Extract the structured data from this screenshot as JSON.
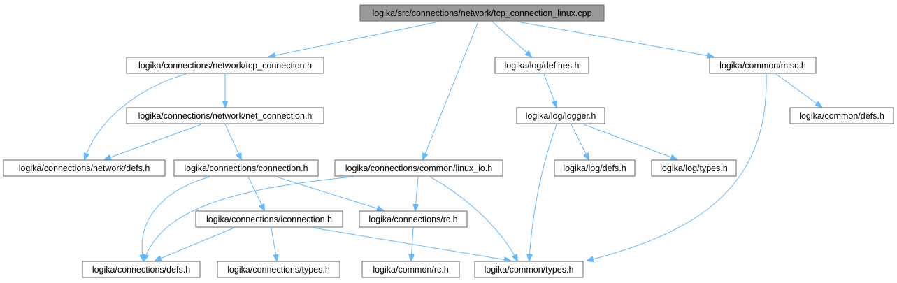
{
  "nodes": {
    "root": "logika/src/connections/network/tcp_connection_linux.cpp",
    "tcp_connection_h": "logika/connections/network/tcp_connection.h",
    "net_connection_h": "logika/connections/network/net_connection.h",
    "network_defs_h": "logika/connections/network/defs.h",
    "connection_h": "logika/connections/connection.h",
    "linux_io_h": "logika/connections/common/linux_io.h",
    "iconnection_h": "logika/connections/iconnection.h",
    "connections_rc_h": "logika/connections/rc.h",
    "connections_defs_h": "logika/connections/defs.h",
    "connections_types_h": "logika/connections/types.h",
    "common_rc_h": "logika/common/rc.h",
    "common_types_h": "logika/common/types.h",
    "log_defines_h": "logika/log/defines.h",
    "log_logger_h": "logika/log/logger.h",
    "log_defs_h": "logika/log/defs.h",
    "log_types_h": "logika/log/types.h",
    "common_misc_h": "logika/common/misc.h",
    "common_defs_h": "logika/common/defs.h"
  },
  "edges": [
    [
      "root",
      "tcp_connection_h"
    ],
    [
      "root",
      "linux_io_h"
    ],
    [
      "root",
      "log_defines_h"
    ],
    [
      "root",
      "common_misc_h"
    ],
    [
      "tcp_connection_h",
      "net_connection_h"
    ],
    [
      "tcp_connection_h",
      "network_defs_h"
    ],
    [
      "net_connection_h",
      "network_defs_h"
    ],
    [
      "net_connection_h",
      "connection_h"
    ],
    [
      "connection_h",
      "connections_defs_h"
    ],
    [
      "connection_h",
      "iconnection_h"
    ],
    [
      "connection_h",
      "connections_rc_h"
    ],
    [
      "linux_io_h",
      "connections_defs_h"
    ],
    [
      "linux_io_h",
      "connections_rc_h"
    ],
    [
      "linux_io_h",
      "common_types_h"
    ],
    [
      "iconnection_h",
      "connections_defs_h"
    ],
    [
      "iconnection_h",
      "connections_types_h"
    ],
    [
      "iconnection_h",
      "common_types_h"
    ],
    [
      "connections_rc_h",
      "common_rc_h"
    ],
    [
      "log_defines_h",
      "log_logger_h"
    ],
    [
      "log_logger_h",
      "common_types_h"
    ],
    [
      "log_logger_h",
      "log_defs_h"
    ],
    [
      "log_logger_h",
      "log_types_h"
    ],
    [
      "common_misc_h",
      "common_defs_h"
    ],
    [
      "common_misc_h",
      "common_types_h"
    ]
  ],
  "colors": {
    "edge": "#63b8ff",
    "root_fill": "#999999",
    "node_border": "#666666"
  }
}
